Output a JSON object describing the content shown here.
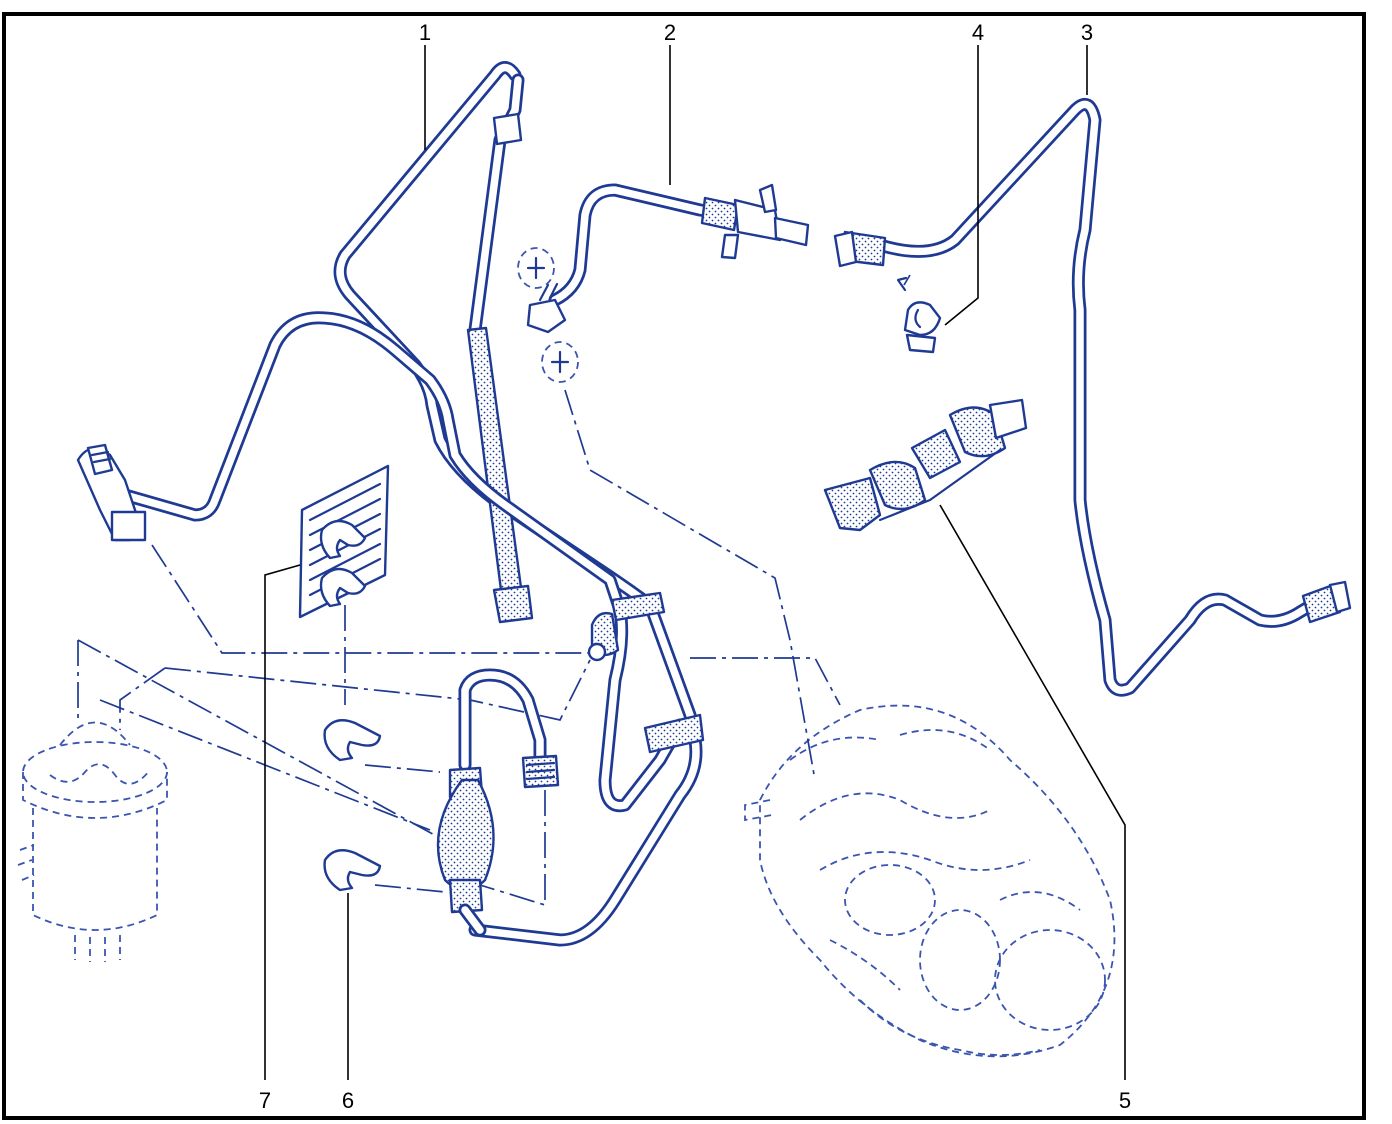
{
  "diagram": {
    "callouts": [
      {
        "id": "1",
        "label": "1"
      },
      {
        "id": "2",
        "label": "2"
      },
      {
        "id": "3",
        "label": "3"
      },
      {
        "id": "4",
        "label": "4"
      },
      {
        "id": "5",
        "label": "5"
      },
      {
        "id": "6",
        "label": "6"
      },
      {
        "id": "7",
        "label": "7"
      }
    ],
    "colors": {
      "line_art": "#1f3a93",
      "frame": "#000000",
      "background": "#ffffff"
    }
  }
}
